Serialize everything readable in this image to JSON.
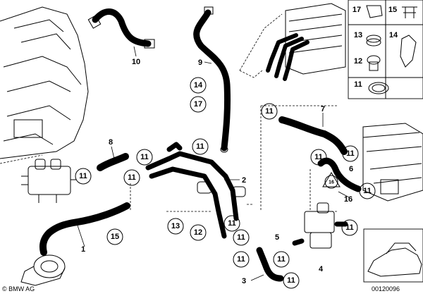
{
  "diagram": {
    "callouts": {
      "c11_a": "11",
      "c11_b": "11",
      "c11_c": "11",
      "c11_d": "11",
      "c11_e": "11",
      "c11_f": "11",
      "c11_g": "11",
      "c11_h": "11",
      "c11_i": "11",
      "c11_j": "11",
      "c11_k": "11",
      "c11_l": "11",
      "c11_m": "11",
      "c11_n": "11",
      "c14": "14",
      "c17": "17",
      "c15": "15",
      "c13": "13",
      "c12": "12",
      "c16": "16"
    },
    "labels": {
      "l1": "1",
      "l2": "2",
      "l3": "3",
      "l4": "4",
      "l5": "5",
      "l6": "6",
      "l7": "7",
      "l8": "8",
      "l9": "9",
      "l10": "10",
      "l16": "16"
    },
    "inset": {
      "n17": "17",
      "n15": "15",
      "n13": "13",
      "n14": "14",
      "n12": "12",
      "n11": "11"
    },
    "footer": {
      "copyright": "© BMW AG",
      "diagram_code": "00120096"
    }
  }
}
